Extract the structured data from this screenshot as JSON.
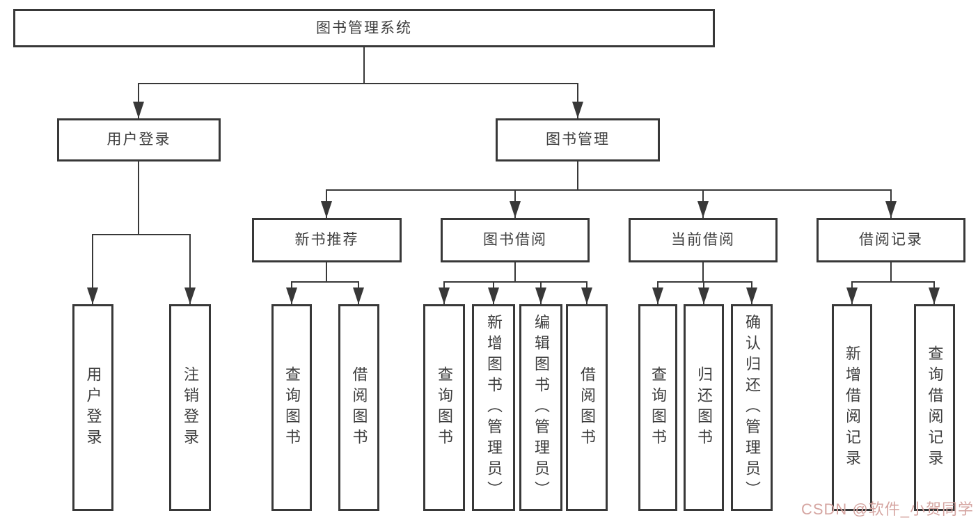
{
  "colors": {
    "line": "#383838",
    "box_border": "#383838",
    "text": "#3d3d3d",
    "background": "#ffffff",
    "watermark": "#d5a5a1"
  },
  "tree": {
    "root": {
      "label": "图书管理系统"
    },
    "branches": [
      {
        "label": "用户登录",
        "children": [
          {
            "label": "用户登录"
          },
          {
            "label": "注销登录"
          }
        ]
      },
      {
        "label": "图书管理",
        "children": [
          {
            "label": "新书推荐",
            "children": [
              {
                "label": "查询图书"
              },
              {
                "label": "借阅图书"
              }
            ]
          },
          {
            "label": "图书借阅",
            "children": [
              {
                "label": "查询图书"
              },
              {
                "label": "新增图书（管理员）"
              },
              {
                "label": "编辑图书（管理员）"
              },
              {
                "label": "借阅图书"
              }
            ]
          },
          {
            "label": "当前借阅",
            "children": [
              {
                "label": "查询图书"
              },
              {
                "label": "归还图书"
              },
              {
                "label": "确认归还（管理员）"
              }
            ]
          },
          {
            "label": "借阅记录",
            "children": [
              {
                "label": "新增借阅记录"
              },
              {
                "label": "查询借阅记录"
              }
            ]
          }
        ]
      }
    ]
  },
  "watermark": {
    "text": "CSDN @软件_小贺同学"
  }
}
